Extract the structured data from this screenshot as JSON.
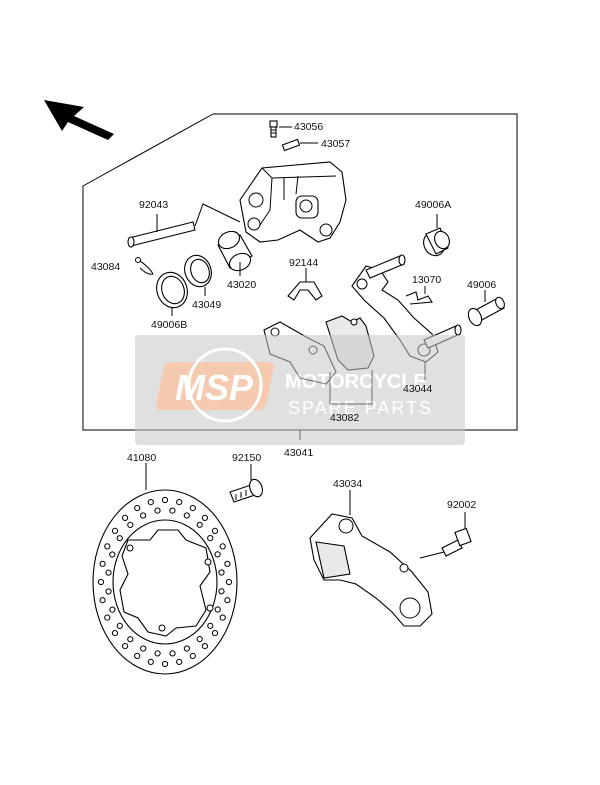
{
  "parts": {
    "p43056": "43056",
    "p43057": "43057",
    "p92043": "92043",
    "p49006A": "49006A",
    "p43084": "43084",
    "p92144": "92144",
    "p43020": "43020",
    "p13070": "13070",
    "p49006": "49006",
    "p43049": "43049",
    "p49006B": "49006B",
    "p43044": "43044",
    "p43082": "43082",
    "p43041": "43041",
    "p41080": "41080",
    "p92150": "92150",
    "p43034": "43034",
    "p92002": "92002"
  },
  "watermark": {
    "logo": "MSP",
    "line1": "MOTORCYCLE",
    "line2": "SPARE PARTS"
  },
  "colors": {
    "watermark_bg": "#c8c8c8",
    "watermark_logo": "#f0a070",
    "line": "#000000"
  }
}
